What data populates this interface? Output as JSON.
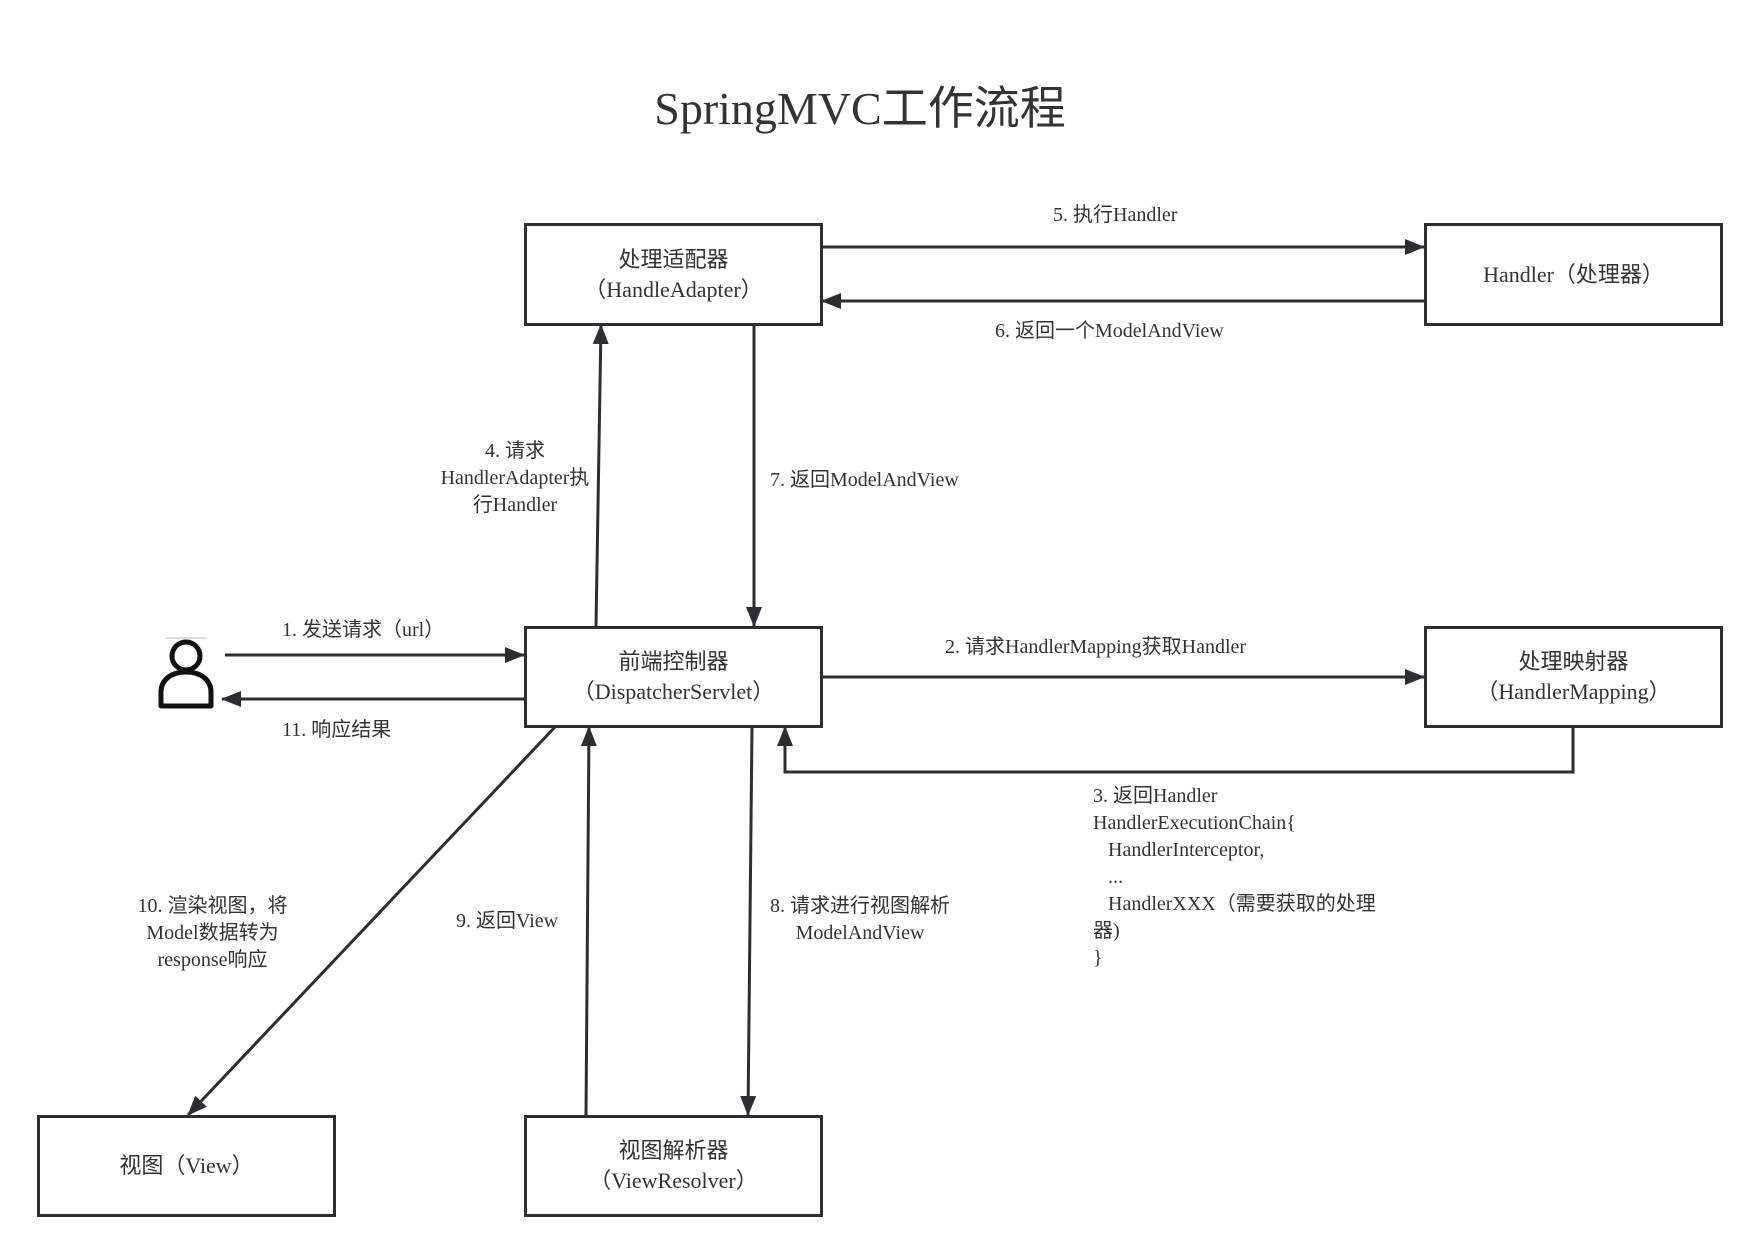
{
  "title": "SpringMVC工作流程",
  "colors": {
    "stroke": "#2b2f33",
    "text": "#333333",
    "background": "#ffffff"
  },
  "nodes": {
    "handle_adapter": {
      "line1": "处理适配器",
      "line2": "（HandleAdapter）"
    },
    "handler": {
      "line1": "Handler（处理器）"
    },
    "dispatcher_servlet": {
      "line1": "前端控制器",
      "line2": "（DispatcherServlet）"
    },
    "handler_mapping": {
      "line1": "处理映射器",
      "line2": "（HandlerMapping）"
    },
    "view": {
      "line1": "视图（View）"
    },
    "view_resolver": {
      "line1": "视图解析器",
      "line2": "（ViewResolver）"
    }
  },
  "actor": {
    "icon": "user-icon"
  },
  "edges": {
    "step1": "1. 发送请求（url）",
    "step2": "2. 请求HandlerMapping获取Handler",
    "step3": {
      "line1": "3. 返回Handler",
      "line2": "HandlerExecutionChain{",
      "line3": "   HandlerInterceptor,",
      "line4": "   ...",
      "line5": "   HandlerXXX（需要获取的处理",
      "line6": "器)",
      "line7": "}"
    },
    "step4": {
      "line1": "4. 请求",
      "line2": "HandlerAdapter执",
      "line3": "行Handler"
    },
    "step5": "5. 执行Handler",
    "step6": "6. 返回一个ModelAndView",
    "step7": "7. 返回ModelAndView",
    "step8": {
      "line1": "8. 请求进行视图解析",
      "line2": "ModelAndView"
    },
    "step9": "9. 返回View",
    "step10": {
      "line1": "10. 渲染视图，将",
      "line2": "Model数据转为",
      "line3": "response响应"
    },
    "step11": "11. 响应结果"
  }
}
